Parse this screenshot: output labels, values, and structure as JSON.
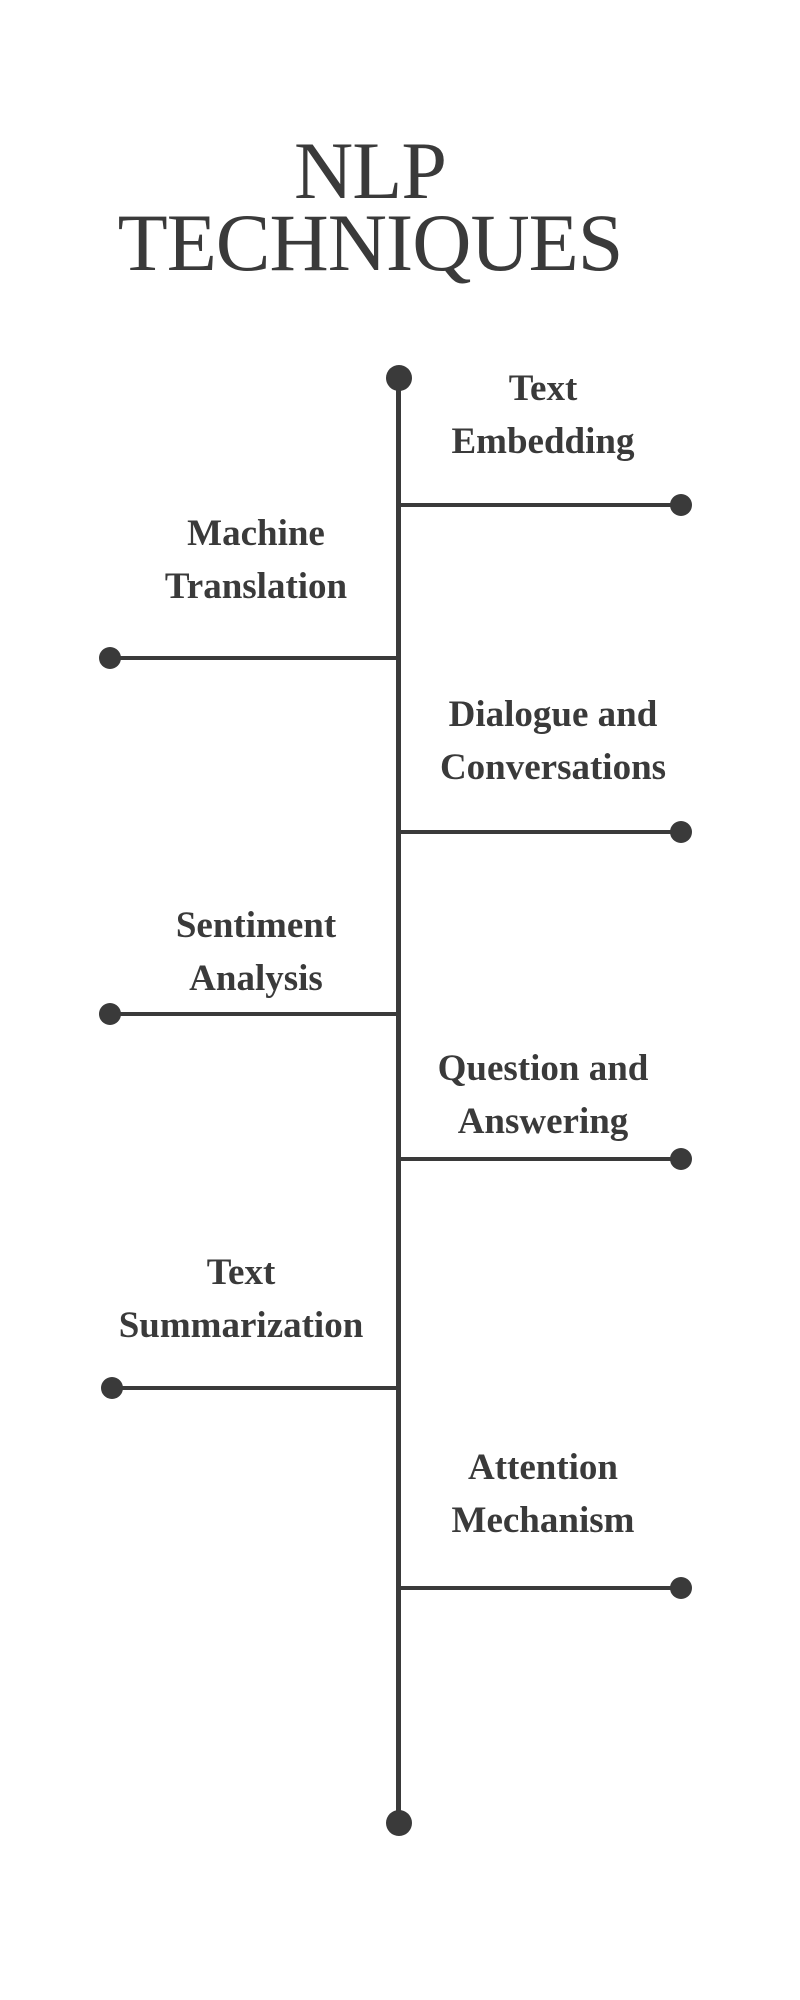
{
  "title": {
    "line1": "NLP",
    "line2": "TECHNIQUES"
  },
  "timeline": {
    "items": [
      {
        "side": "right",
        "line1": "Text",
        "line2": "Embedding"
      },
      {
        "side": "left",
        "line1": "Machine",
        "line2": "Translation"
      },
      {
        "side": "right",
        "line1": "Dialogue and",
        "line2": "Conversations"
      },
      {
        "side": "left",
        "line1": "Sentiment",
        "line2": "Analysis"
      },
      {
        "side": "right",
        "line1": "Question and",
        "line2": "Answering"
      },
      {
        "side": "left",
        "line1": "Text",
        "line2": "Summarization"
      },
      {
        "side": "right",
        "line1": "Attention",
        "line2": "Mechanism"
      }
    ]
  },
  "colors": {
    "ink": "#3a3a3a",
    "background": "#ffffff"
  }
}
